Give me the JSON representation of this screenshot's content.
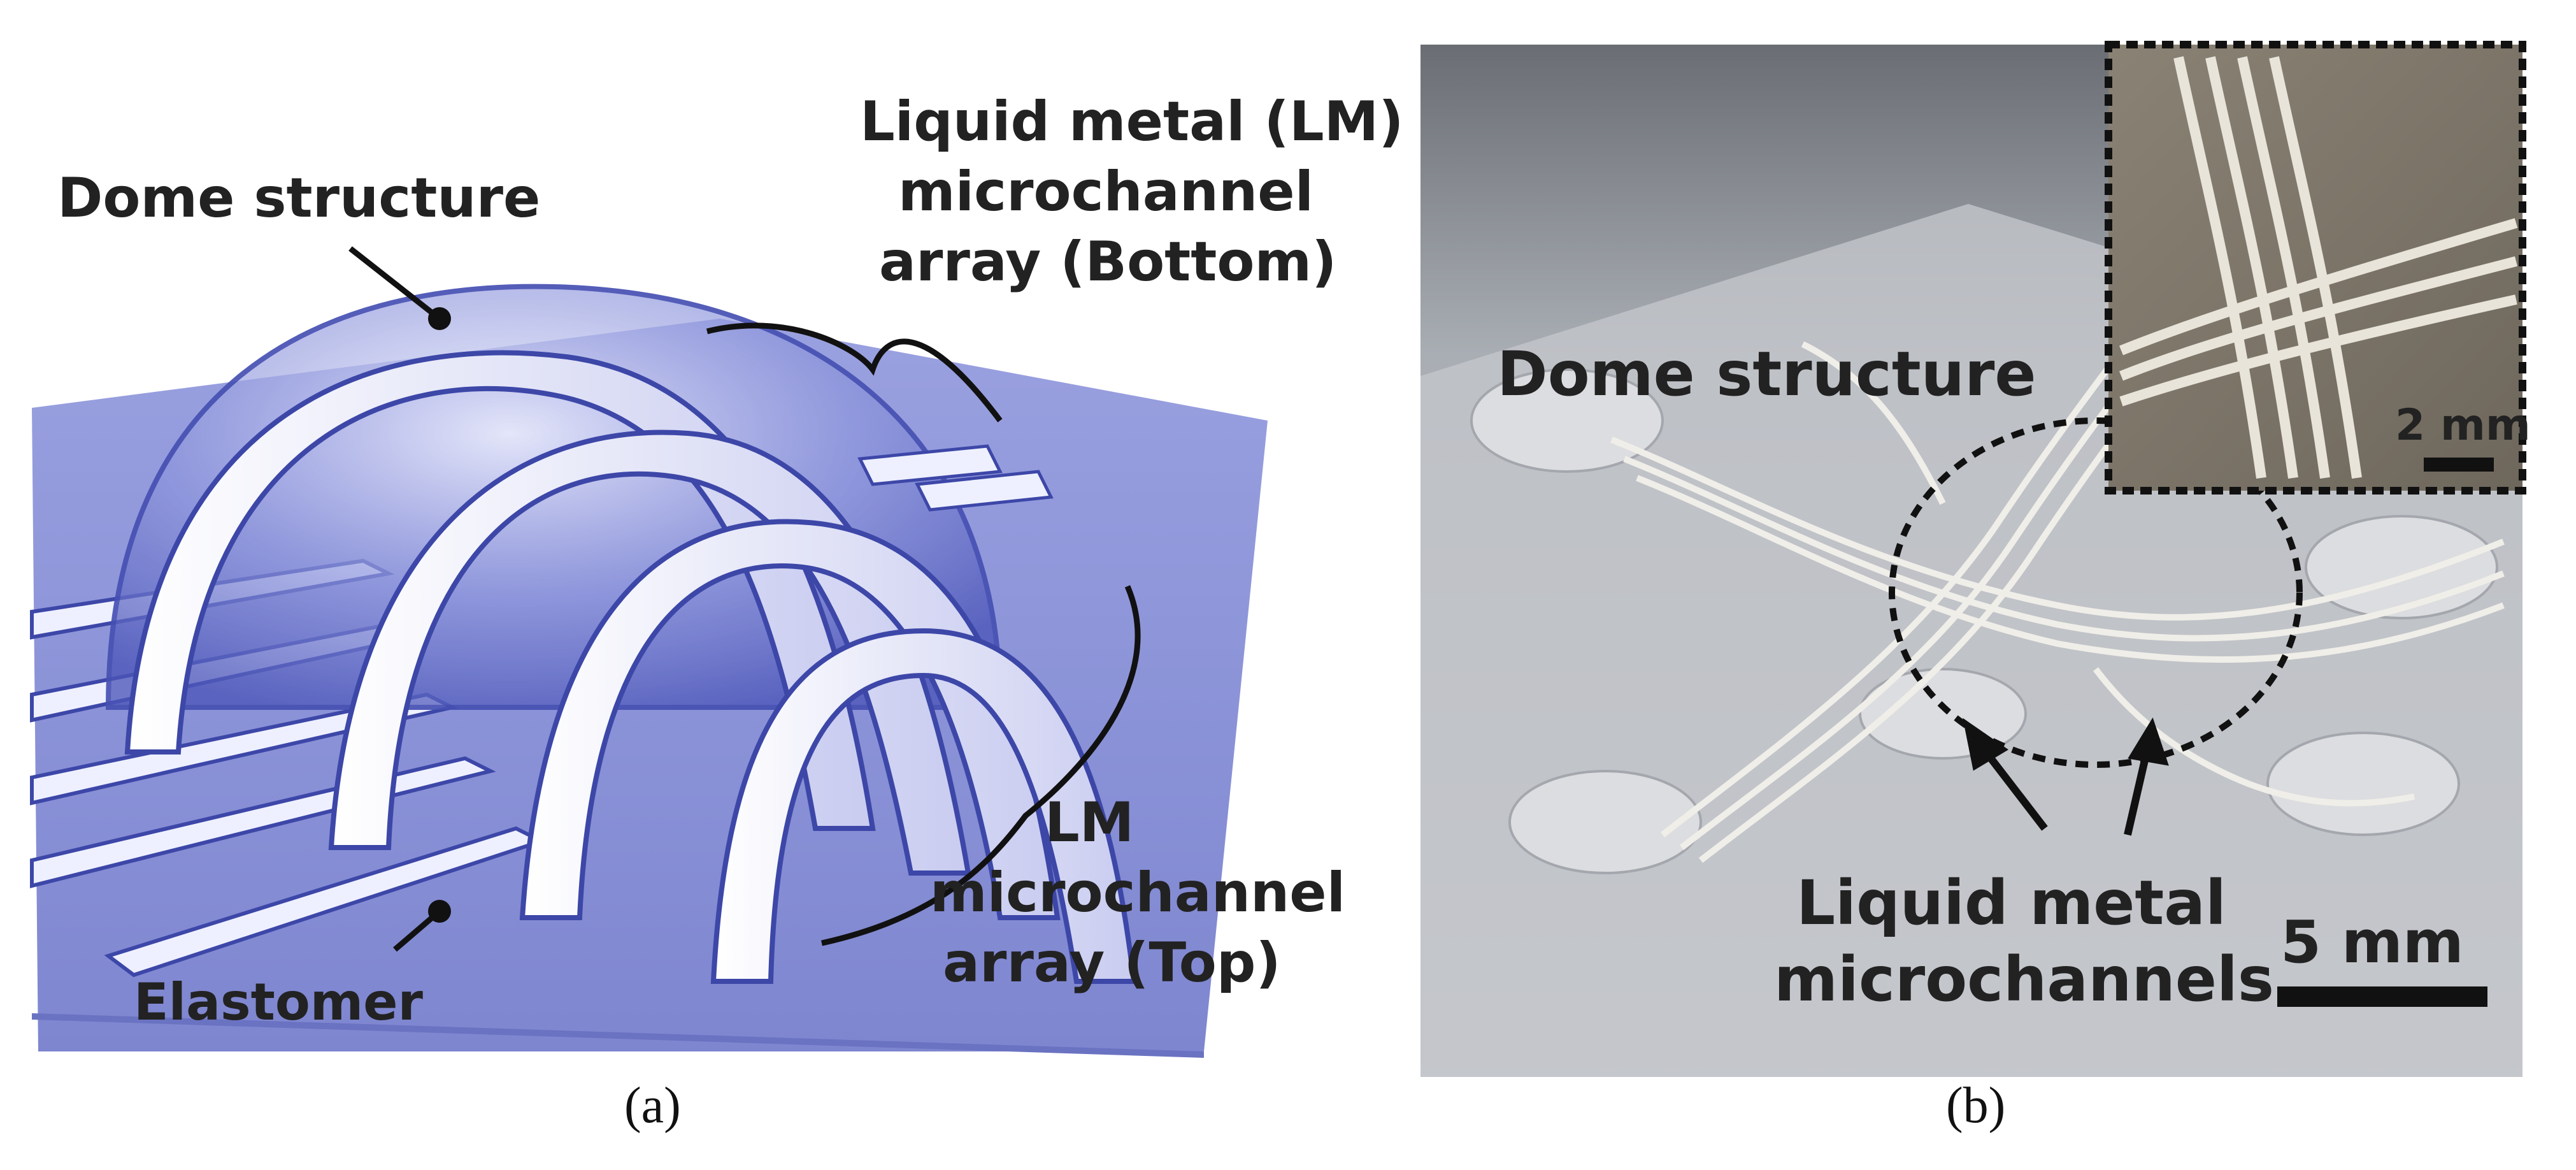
{
  "panel_a": {
    "labels": {
      "dome_structure": "Dome structure",
      "lm_bottom_line1": "Liquid metal (LM)",
      "lm_bottom_line2": "microchannel",
      "lm_bottom_line3": "array (Bottom)",
      "lm_top_line1": "LM",
      "lm_top_line2": "microchannel",
      "lm_top_line3": "array (Top)",
      "elastomer": "Elastomer"
    },
    "caption": "(a)",
    "colors": {
      "elastomer": "#8b93d8",
      "dome": "#6f79c9",
      "channel": "#eef0ff",
      "channel_edge": "#3d47a8"
    }
  },
  "panel_b": {
    "labels": {
      "dome_structure": "Dome structure",
      "lm_channels_line1": "Liquid metal",
      "lm_channels_line2": "microchannels",
      "scale_main": "5 mm",
      "scale_inset": "2 mm"
    },
    "caption": "(b)",
    "colors": {
      "photo_bg": "#b9bcc2",
      "photo_dark": "#55595f",
      "channel": "#eceae4"
    }
  }
}
